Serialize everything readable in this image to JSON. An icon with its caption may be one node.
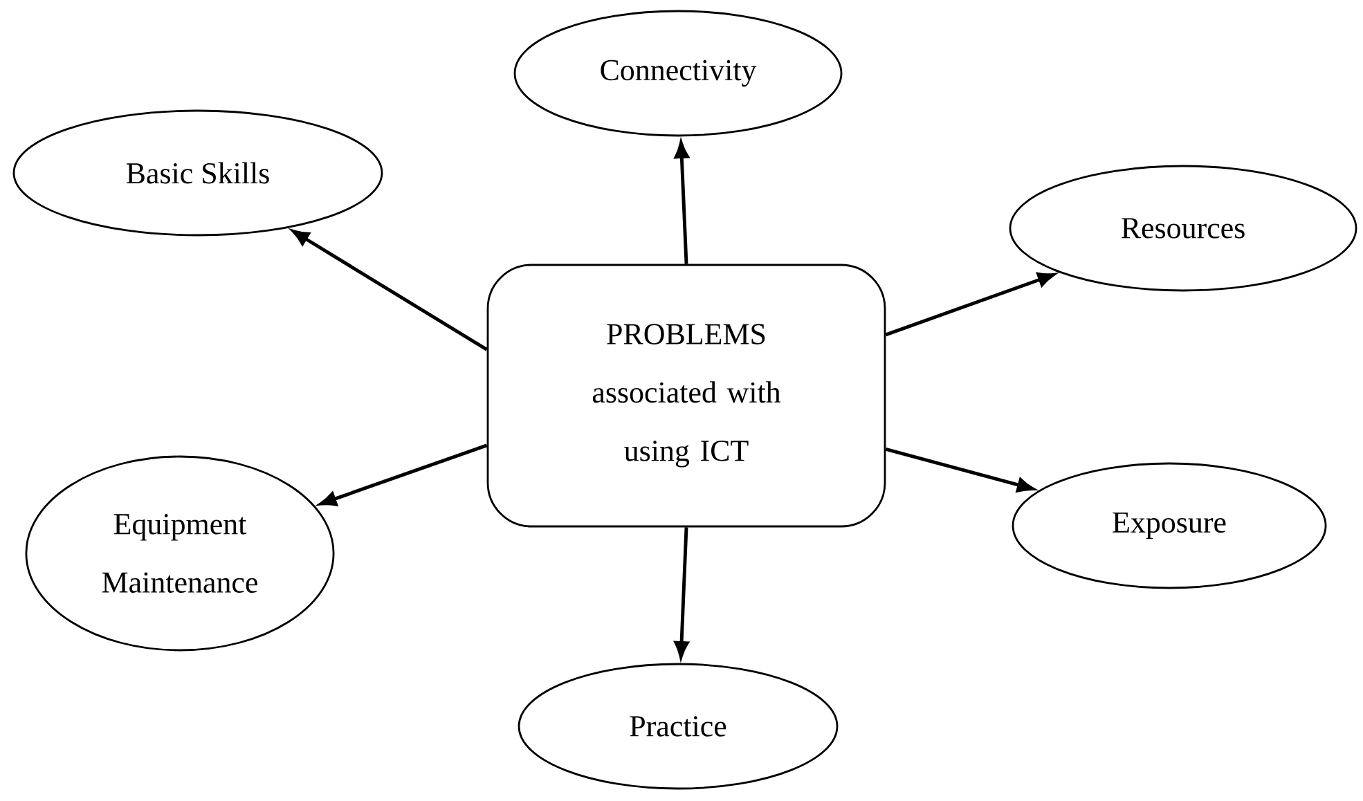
{
  "diagram": {
    "nodes": [
      {
        "text": [
          "Connectivity"
        ]
      },
      {
        "text": [
          "Basic Skills"
        ]
      },
      {
        "text": [
          "Resources"
        ]
      },
      {
        "text": [
          "PROBLEMS associated with using ICT"
        ]
      },
      {
        "text": [
          "Equipment Maintenance"
        ]
      },
      {
        "text": [
          "Exposure"
        ]
      },
      {
        "text": [
          "Practice"
        ]
      }
    ],
    "edges": [
      {
        "from": 3,
        "to": 0,
        "arrow": "to"
      },
      {
        "from": 3,
        "to": 1,
        "arrow": "to"
      },
      {
        "from": 3,
        "to": 2,
        "arrow": "to"
      },
      {
        "from": 3,
        "to": 5,
        "arrow": "to"
      },
      {
        "from": 3,
        "to": 4,
        "arrow": "to"
      },
      {
        "from": 3,
        "to": 6,
        "arrow": "to"
      }
    ]
  }
}
